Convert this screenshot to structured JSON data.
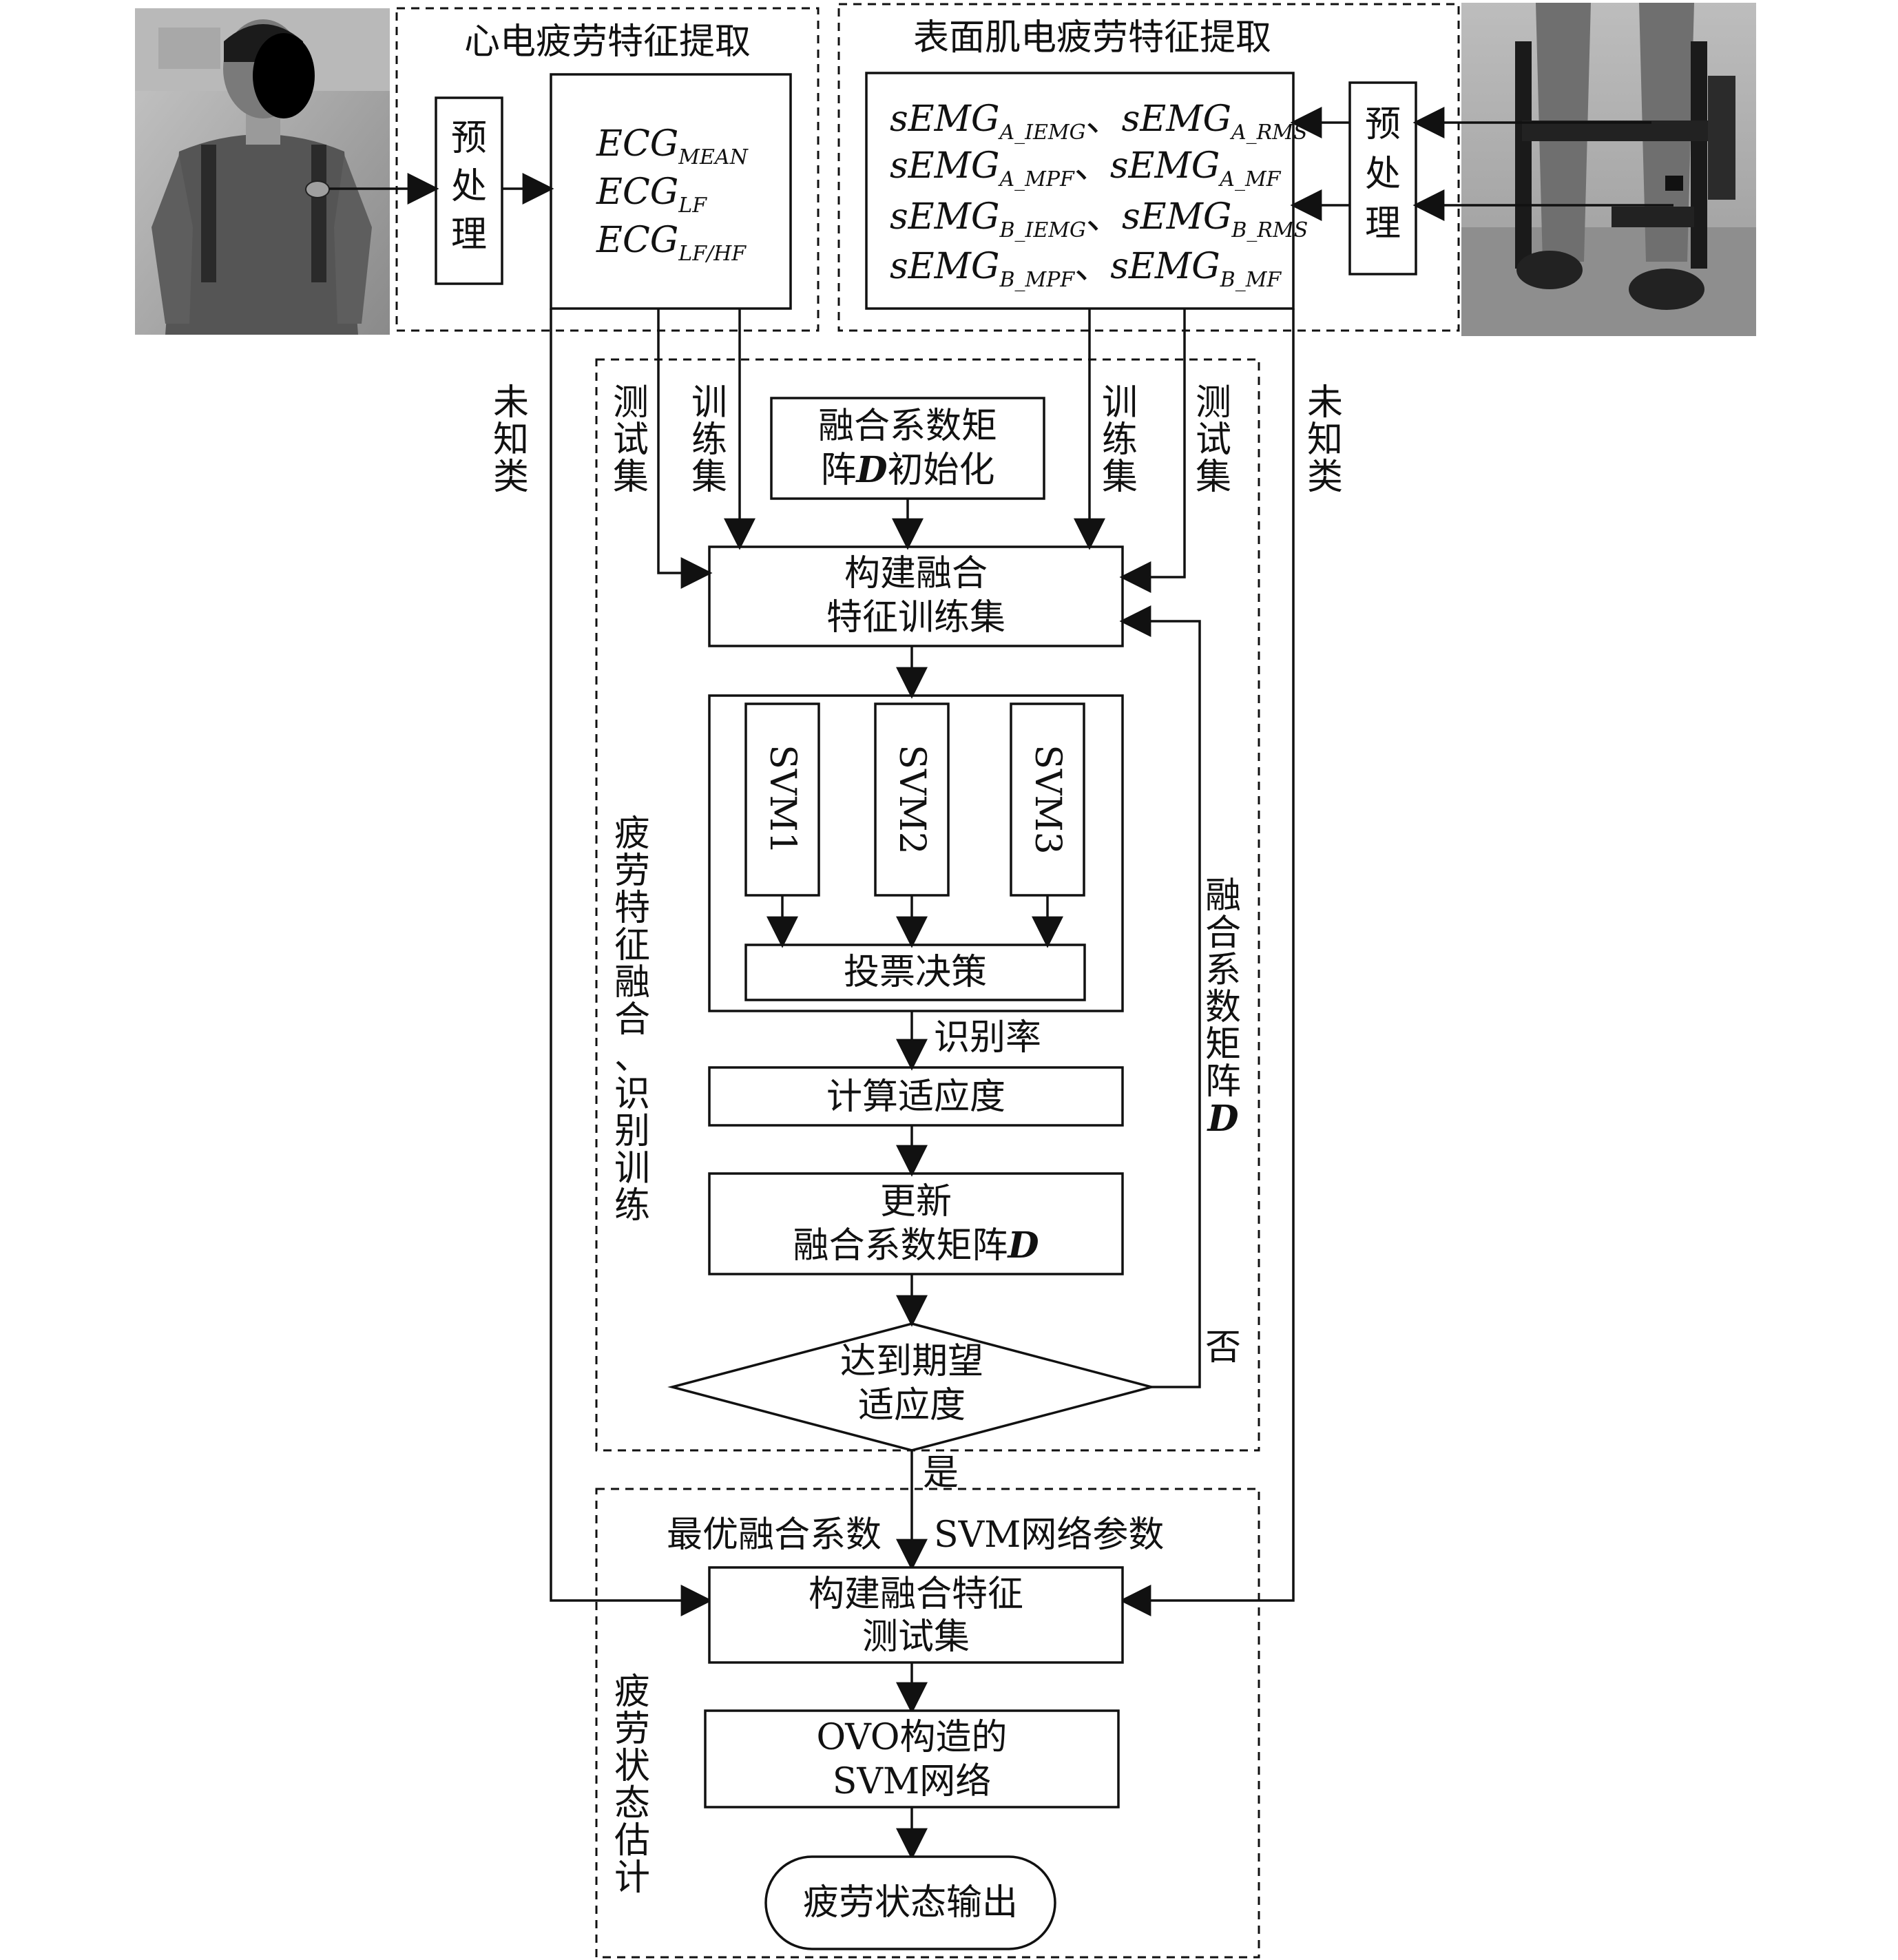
{
  "ecg_section": {
    "title": "心电疲劳特征提取",
    "preprocess_label": [
      "预",
      "处",
      "理"
    ],
    "features": [
      {
        "base": "ECG",
        "sub": "MEAN"
      },
      {
        "base": "ECG",
        "sub": "LF"
      },
      {
        "base": "ECG",
        "sub": "LF/HF"
      }
    ]
  },
  "semg_section": {
    "title": "表面肌电疲劳特征提取",
    "preprocess_label": [
      "预",
      "处",
      "理"
    ],
    "separator": "、",
    "features": [
      [
        {
          "base": "sEMG",
          "sub": "A_IEMG"
        },
        {
          "base": "sEMG",
          "sub": "A_RMS"
        }
      ],
      [
        {
          "base": "sEMG",
          "sub": "A_MPF"
        },
        {
          "base": "sEMG",
          "sub": "A_MF"
        }
      ],
      [
        {
          "base": "sEMG",
          "sub": "B_IEMG"
        },
        {
          "base": "sEMG",
          "sub": "B_RMS"
        }
      ],
      [
        {
          "base": "sEMG",
          "sub": "B_MPF"
        },
        {
          "base": "sEMG",
          "sub": "B_MF"
        }
      ]
    ]
  },
  "branch_labels": {
    "unknown": [
      "未",
      "知",
      "类"
    ],
    "test_set": [
      "测",
      "试",
      "集"
    ],
    "train_set": [
      "训",
      "练",
      "集"
    ]
  },
  "training_section": {
    "side_label": [
      "疲",
      "劳",
      "特",
      "征",
      "融",
      "合",
      "、",
      "识",
      "别",
      "训",
      "练"
    ],
    "init_box": {
      "line1": "融合系数矩",
      "line2_pre": "阵",
      "line2_bold": "D",
      "line2_post": "初始化"
    },
    "build_train": {
      "line1": "构建融合",
      "line2": "特征训练集"
    },
    "svms": [
      "SVM1",
      "SVM2",
      "SVM3"
    ],
    "vote": "投票决策",
    "recognition_rate": "识别率",
    "fitness": "计算适应度",
    "update": {
      "line1": "更新",
      "line2_pre": "融合系数矩阵",
      "line2_bold": "D"
    },
    "decision": {
      "line1": "达到期望",
      "line2": "适应度"
    },
    "no": "否",
    "yes": "是",
    "feedback_label": [
      "融",
      "合",
      "系",
      "数",
      "矩",
      "阵"
    ],
    "feedback_bold": "D"
  },
  "estimation_section": {
    "side_label": [
      "疲",
      "劳",
      "状",
      "态",
      "估",
      "计"
    ],
    "optimal_coeff": "最优融合系数",
    "svm_params": "SVM网络参数",
    "build_test": {
      "line1": "构建融合特征",
      "line2": "测试集"
    },
    "ovo": {
      "line1": "OVO构造的",
      "line2": "SVM网络"
    },
    "output": "疲劳状态输出"
  }
}
